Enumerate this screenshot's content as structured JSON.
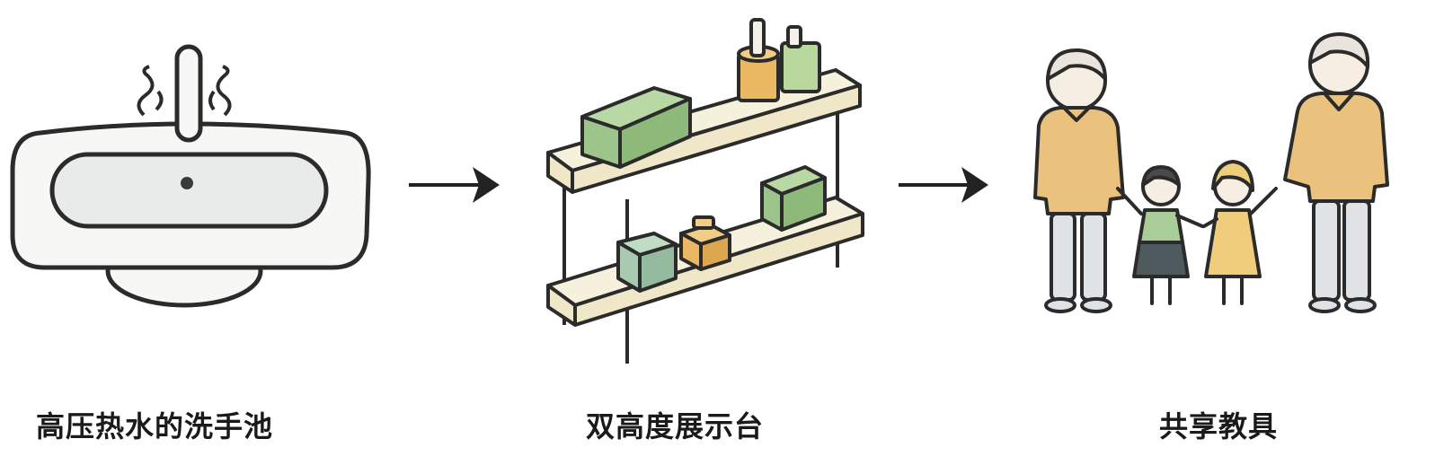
{
  "steps": [
    {
      "label": "高压热水的洗手池",
      "icon": "sink-icon"
    },
    {
      "label": "双高度展示台",
      "icon": "shelf-icon"
    },
    {
      "label": "共享教具",
      "icon": "family-icon"
    }
  ],
  "connectors": [
    "arrow-right-icon",
    "arrow-right-icon"
  ],
  "colors": {
    "outline": "#2b2b2b",
    "sink_fill": "#f7f7f5",
    "basin_fill": "#e9eaea",
    "shelf_fill": "#f6f1dc",
    "green_box": "#9dc48b",
    "green_box_dark": "#7fab6d",
    "orange_box": "#eab762",
    "teal_box": "#a9c9b0",
    "adult_sweater": "#eac27e",
    "pants": "#dfe3e6",
    "child_green": "#a9cc98",
    "child_skirt": "#4f5a5f",
    "child_yellow": "#f0cd7a",
    "skin": "#f6ede3"
  }
}
